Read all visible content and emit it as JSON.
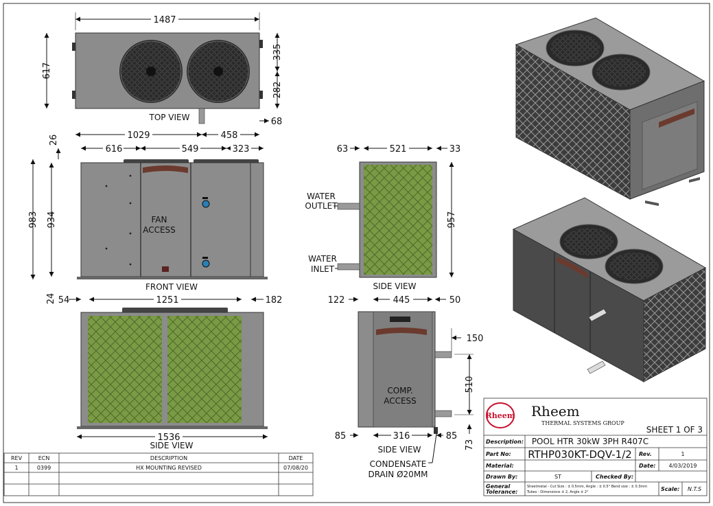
{
  "dimensions": {
    "top": {
      "width": "1487",
      "depth": "617",
      "fan_offset": "335",
      "rear_offset": "282",
      "pipe_left": "1029",
      "pipe_right": "458",
      "pipe_side": "68"
    },
    "front": {
      "top_offset": "26",
      "seg1": "616",
      "seg2": "549",
      "seg3": "323",
      "height": "983",
      "body_height": "934",
      "base": "24"
    },
    "side_coil": {
      "left": "63",
      "width": "521",
      "right": "33",
      "height": "957"
    },
    "side_view": {
      "left": "54",
      "span": "1251",
      "right": "182",
      "total": "1536"
    },
    "side_comp": {
      "left": "122",
      "span": "445",
      "right": "50",
      "top_pipe": "150",
      "pipe_spacing": "510",
      "bottom_pipe": "73",
      "base_left": "85",
      "base_span": "316",
      "base_right": "85"
    }
  },
  "views": {
    "top": "TOP VIEW",
    "front": "FRONT VIEW",
    "side1": "SIDE VIEW",
    "side2": "SIDE VIEW",
    "side3": "SIDE VIEW"
  },
  "callouts": {
    "fan_access_1": "FAN",
    "fan_access_2": "ACCESS",
    "water_outlet_1": "WATER",
    "water_outlet_2": "OUTLET",
    "water_inlet_1": "WATER",
    "water_inlet_2": "INLET",
    "comp_access_1": "COMP.",
    "comp_access_2": "ACCESS",
    "condensate_1": "CONDENSATE",
    "condensate_2": "DRAIN Ø20MM"
  },
  "revision_table": {
    "headers": [
      "REV",
      "ECN",
      "DESCRIPTION",
      "DATE"
    ],
    "rows": [
      [
        "1",
        "0399",
        "HX MOUNTING REVISED",
        "07/08/20"
      ]
    ]
  },
  "title_block": {
    "logo": "Rheem",
    "company": "Rheem",
    "group": "THERMAL SYSTEMS GROUP",
    "sheet": "SHEET 1 OF 3",
    "description_label": "Description:",
    "description": "POOL HTR 30kW 3PH R407C",
    "part_label": "Part No:",
    "part": "RTHP030KT-DQV-1/2",
    "rev_label": "Rev.",
    "rev": "1",
    "material_label": "Material:",
    "material": "",
    "date_label": "Date:",
    "date": "4/03/2019",
    "drawn_label": "Drawn By:",
    "drawn": "ST",
    "checked_label": "Checked By:",
    "checked": "",
    "tolerance_label_1": "General",
    "tolerance_label_2": "Tolerance:",
    "tolerance_1": "Sheetmetal - Cut Size : ± 0.5mm, Angle : ± 0.5°   Bend size : ± 0.3mm",
    "tolerance_2": "Tubes - Dimensions ± 2, Angle ± 2°",
    "scale_label": "Scale:",
    "scale": "N.T.S"
  },
  "colors": {
    "cabinet": "#8c8c8c",
    "cabinet_dark": "#5a5a5a",
    "coil": "#7a9a45",
    "fan": "#2a2a2a",
    "line": "#111111"
  }
}
